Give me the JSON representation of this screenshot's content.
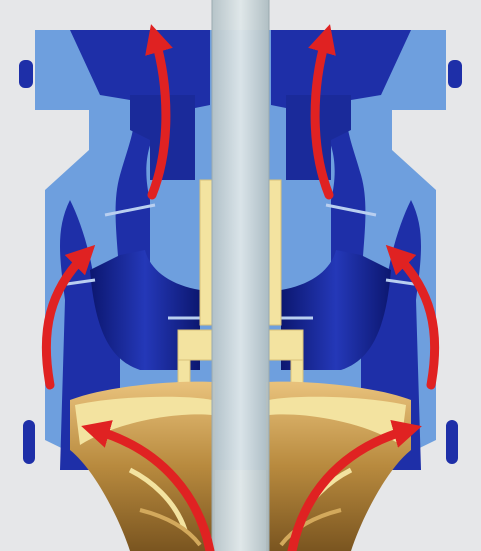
{
  "diagram": {
    "kind": "pump impeller cross-section with flow arrows",
    "labels": []
  },
  "colors": {
    "background": "#e6e7e9",
    "casing_light": "#6e9fde",
    "casing_dark": "#1e2fa8",
    "casing_deep": "#0c1770",
    "sleeve": "#f3e3a0",
    "impeller_bronze": "#b88a3e",
    "shaft": "#c9d5d8",
    "flow_arrow": "#e02222"
  },
  "icons": {
    "flow": "red-curved-arrow",
    "shaft": "vertical-shaft",
    "impeller": "impeller-vanes"
  }
}
